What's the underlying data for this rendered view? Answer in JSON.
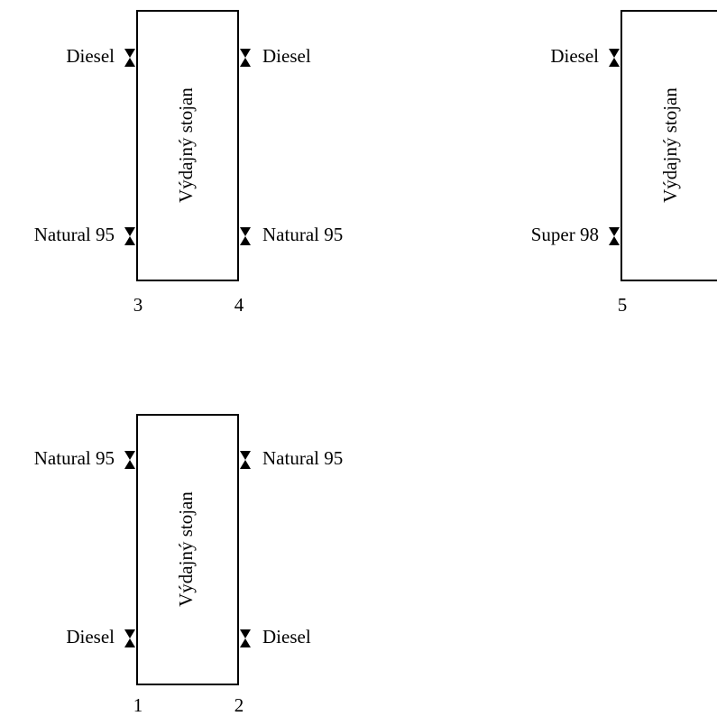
{
  "diagram_title": "",
  "stands": [
    {
      "id": "stand-3-4",
      "label": "Výdajný stojan",
      "left_number": "3",
      "right_number": "4",
      "left_top_fuel": "Diesel",
      "left_bottom_fuel": "Natural 95",
      "right_top_fuel": "Diesel",
      "right_bottom_fuel": "Natural 95"
    },
    {
      "id": "stand-5",
      "label": "Výdajný stojan",
      "left_number": "5",
      "right_number": "",
      "left_top_fuel": "Diesel",
      "left_bottom_fuel": "Super 98",
      "right_top_fuel": "",
      "right_bottom_fuel": ""
    },
    {
      "id": "stand-1-2",
      "label": "Výdajný stojan",
      "left_number": "1",
      "right_number": "2",
      "left_top_fuel": "Natural 95",
      "left_bottom_fuel": "Diesel",
      "right_top_fuel": "Natural 95",
      "right_bottom_fuel": "Diesel"
    }
  ],
  "icons": {
    "nozzle": "fuel-nozzle-valve-icon"
  }
}
